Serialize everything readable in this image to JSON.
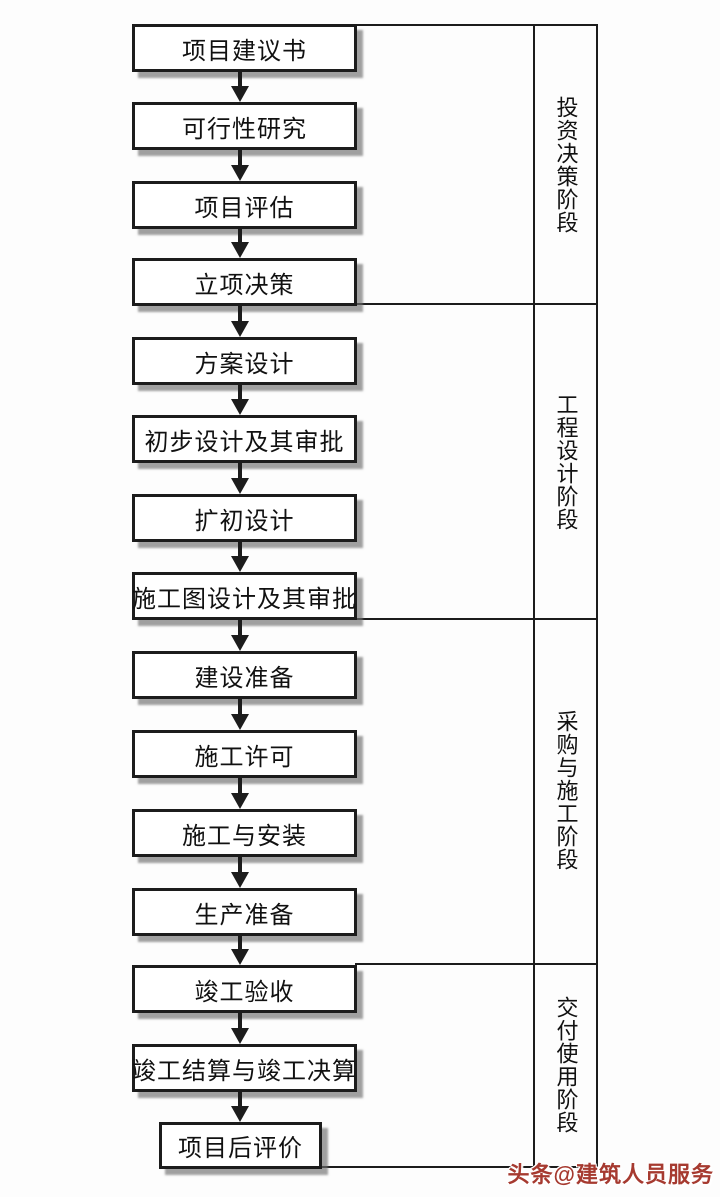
{
  "flowchart": {
    "boxes": [
      {
        "label": "项目建议书"
      },
      {
        "label": "可行性研究"
      },
      {
        "label": "项目评估"
      },
      {
        "label": "立项决策"
      },
      {
        "label": "方案设计"
      },
      {
        "label": "初步设计及其审批"
      },
      {
        "label": "扩初设计"
      },
      {
        "label": "施工图设计及其审批"
      },
      {
        "label": "建设准备"
      },
      {
        "label": "施工许可"
      },
      {
        "label": "施工与安装"
      },
      {
        "label": "生产准备"
      },
      {
        "label": "竣工验收"
      },
      {
        "label": "竣工结算与竣工决算"
      },
      {
        "label": "项目后评价"
      }
    ],
    "phases": [
      {
        "label": "投资决策阶段"
      },
      {
        "label": "工程设计阶段"
      },
      {
        "label": "采购与施工阶段"
      },
      {
        "label": "交付使用阶段"
      }
    ]
  },
  "watermark": {
    "text": "头条@建筑人员服务",
    "color": "#a63a30"
  },
  "colors": {
    "line": "#1c1c1c",
    "box_fill": "#ffffff",
    "shadow": "#6e6e6e",
    "background": "#fdfdfd"
  }
}
